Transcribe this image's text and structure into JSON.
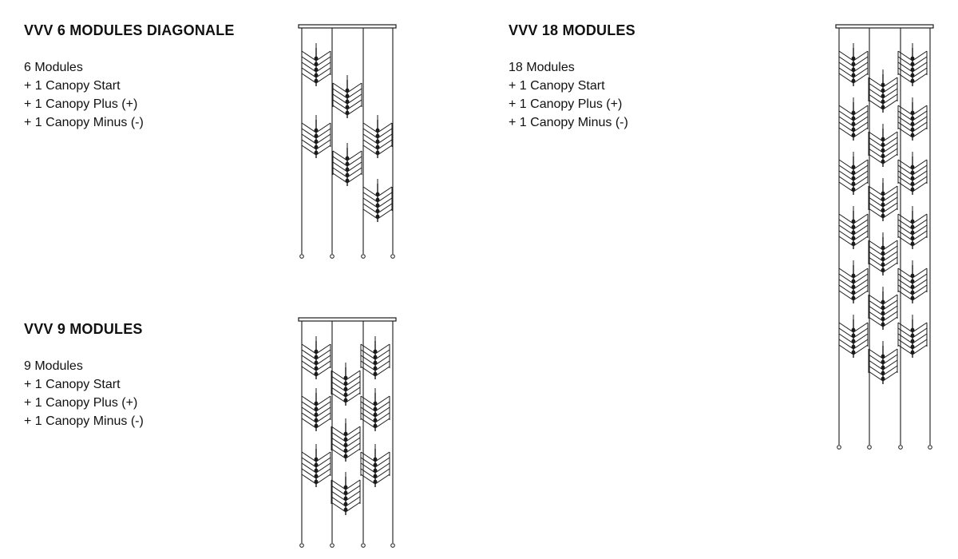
{
  "configurations": [
    {
      "title": "VVV 6 MODULES DIAGONALE",
      "lines": [
        "6 Modules",
        "+ 1 Canopy Start",
        "+ 1 Canopy Plus (+)",
        "+ 1 Canopy Minus (-)"
      ],
      "module_count": 6
    },
    {
      "title": "VVV 9 MODULES",
      "lines": [
        "9 Modules",
        "+ 1 Canopy Start",
        "+ 1 Canopy Plus (+)",
        "+ 1 Canopy Minus (-)"
      ],
      "module_count": 9
    },
    {
      "title": "VVV 18 MODULES",
      "lines": [
        "18 Modules",
        "+ 1 Canopy Start",
        "+ 1 Canopy Plus (+)",
        "+ 1 Canopy Minus (-)"
      ],
      "module_count": 18
    }
  ]
}
